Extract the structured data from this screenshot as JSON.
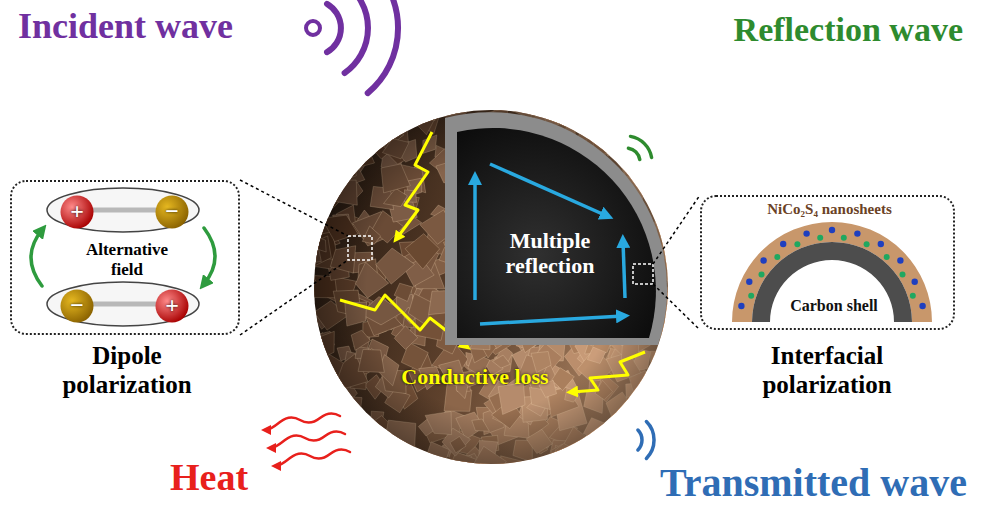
{
  "diagram": {
    "nodes": [
      {
        "text": [
          "Alternative field",
          "Dipole polarization"
        ]
      },
      {
        "text": [
          "+"
        ],
        "in": 0
      },
      {
        "text": [
          "−"
        ],
        "in": 0
      },
      {
        "text": [
          "−"
        ],
        "in": 0
      },
      {
        "text": [
          "+"
        ],
        "in": 0
      },
      {
        "text": [
          "Conductive loss"
        ]
      },
      {
        "text": [
          "Multiple reflection"
        ],
        "in": 5
      },
      {
        "text": [
          "NiCo₂S₄ nanosheets",
          "Carbon shell",
          "Interfacial polarization"
        ]
      }
    ],
    "labels": [
      "Incident wave",
      "Reflection wave",
      "Heat",
      "Transmitted wave"
    ]
  }
}
